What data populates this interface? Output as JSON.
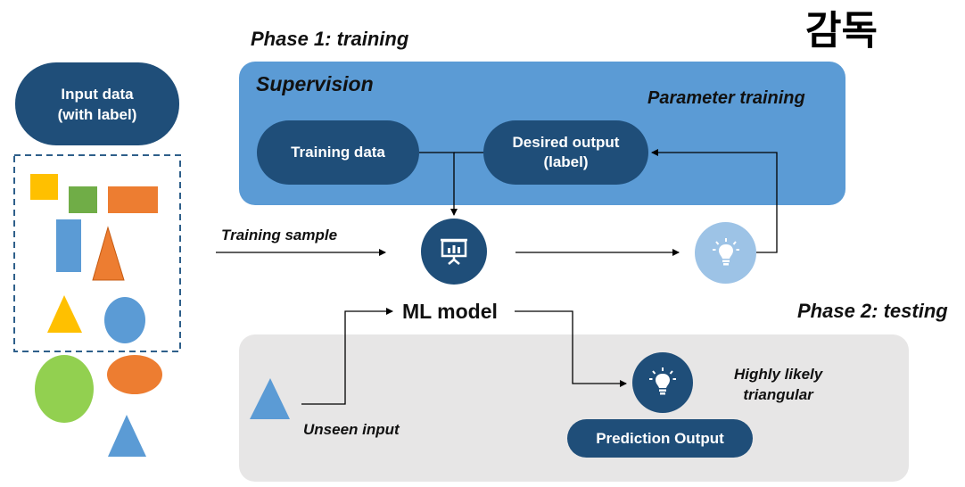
{
  "title_korean": "감독",
  "phase1": {
    "label": "Phase 1: training",
    "box_title": "Supervision",
    "parameter_training": "Parameter training"
  },
  "phase2": {
    "label": "Phase 2: testing"
  },
  "input": {
    "label": "Input data\n(with label)"
  },
  "training_data": {
    "label": "Training data"
  },
  "desired_output": {
    "label": "Desired output\n(label)"
  },
  "training_sample": {
    "label": "Training sample"
  },
  "ml_model": {
    "label": "ML model"
  },
  "unseen_input": {
    "label": "Unseen input"
  },
  "prediction": {
    "label": "Prediction Output",
    "result": "Highly likely\ntriangular"
  },
  "icons": [
    "presentation-chart-icon",
    "lightbulb-icon"
  ],
  "colors": {
    "dark_navy": "#1f4e79",
    "supervision_bg": "#5b9bd5",
    "light_bulb_circle": "#9dc3e6",
    "testing_bg": "#e7e6e6",
    "shape_yellow": "#ffc000",
    "shape_green": "#70ad47",
    "shape_orange": "#ed7d31",
    "shape_blue": "#5b9bd5",
    "shape_lightgreen": "#92d050"
  }
}
